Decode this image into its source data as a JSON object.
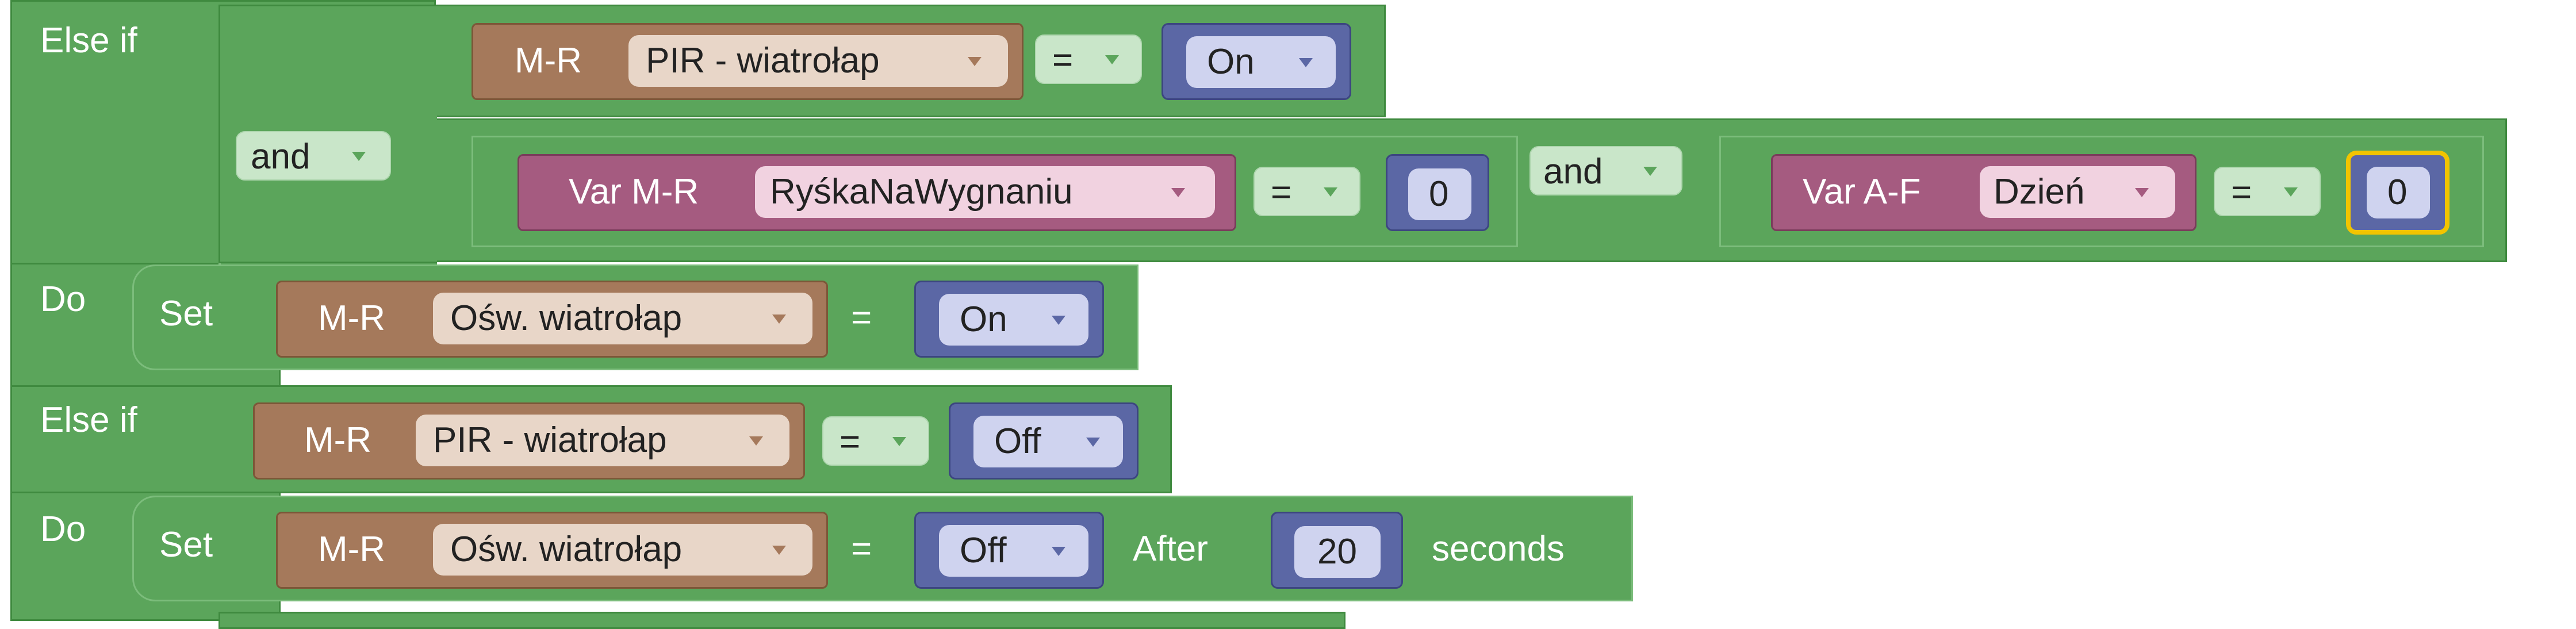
{
  "block1": {
    "else_if_label": "Else if",
    "do_label": "Do",
    "and_outer": "and",
    "row1": {
      "device_type": "M-R",
      "device": "PIR - wiatrołap",
      "op": "=",
      "value": "On"
    },
    "row2": {
      "left": {
        "var_type": "Var M-R",
        "var_name": "RyśkaNaWygnaniu",
        "op": "=",
        "value": "0"
      },
      "and_label": "and",
      "right": {
        "var_type": "Var A-F",
        "var_name": "Dzień",
        "op": "=",
        "value": "0"
      }
    },
    "set": {
      "set_label": "Set",
      "device_type": "M-R",
      "device": "Ośw. wiatrołap",
      "eq": "=",
      "value": "On"
    }
  },
  "block2": {
    "else_if_label": "Else if",
    "do_label": "Do",
    "cond": {
      "device_type": "M-R",
      "device": "PIR - wiatrołap",
      "op": "=",
      "value": "Off"
    },
    "set": {
      "set_label": "Set",
      "device_type": "M-R",
      "device": "Ośw. wiatrołap",
      "eq": "=",
      "value": "Off",
      "after_label": "After",
      "delay": "20",
      "unit": "seconds"
    }
  },
  "colors": {
    "logic_green": "#5ba55b",
    "device_brown": "#a5795b",
    "variable_pink": "#a55b80",
    "value_blue": "#5b67a5",
    "highlight": "#f2c400"
  },
  "icons": [
    "dropdown-arrow-icon"
  ]
}
